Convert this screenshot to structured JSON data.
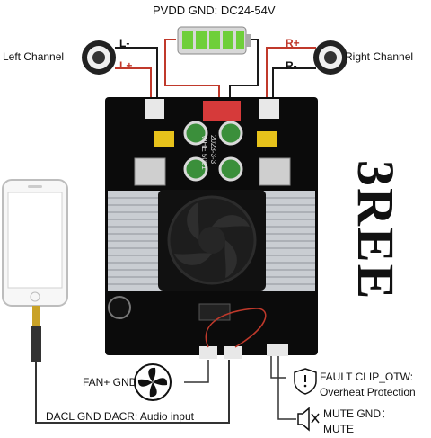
{
  "labels": {
    "power": "PVDD GND: DC24-54V",
    "left_channel": "Left Channel",
    "right_channel": "Right Channel",
    "l_minus": "L-",
    "l_plus": "L+",
    "r_plus": "R+",
    "r_minus": "R-",
    "fan": "FAN+ GND",
    "audio_input": "DACL GND DACR:  Audio input",
    "fault": "FAULT CLIP_OTW:",
    "overheat": "Overheat Protection",
    "mute": "MUTE GND：",
    "mute2": "MUTE",
    "brand": "3REE"
  },
  "board_markings": {
    "code1": "VIHE 5001",
    "code2": "2023-3-3"
  },
  "colors": {
    "board": "#0b0b0b",
    "heatsink": "#c9cdd2",
    "battery": "#6fcf3a",
    "wire_red": "#c0392b",
    "wire_black": "#1a1a1a",
    "terminal": "#e8e8e8",
    "terminal_red": "#d63a3a",
    "cap_green": "#3b8f3b",
    "label_red": "#c0392b"
  }
}
